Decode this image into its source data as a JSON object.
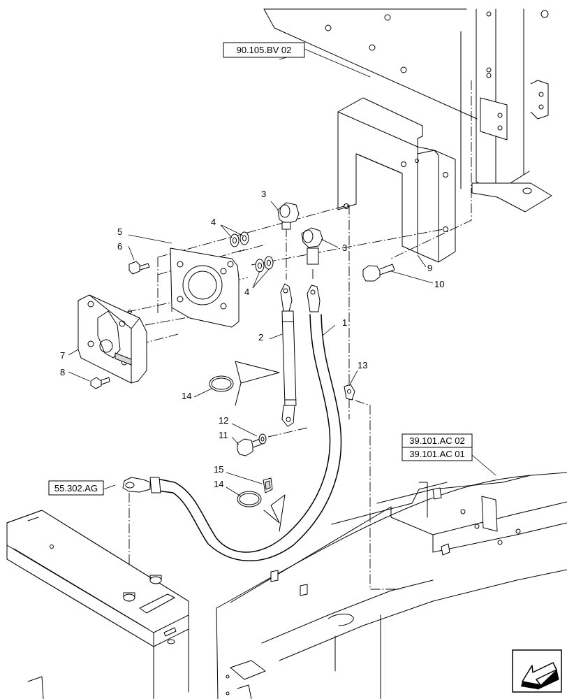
{
  "references": {
    "top": "90.105.BV 02",
    "right_a": "39.101.AC 02",
    "right_b": "39.101.AC 01",
    "left": "55.302.AG"
  },
  "callouts": {
    "c1": "1",
    "c2": "2",
    "c3a": "3",
    "c3b": "3",
    "c4a": "4",
    "c4b": "4",
    "c5": "5",
    "c6": "6",
    "c7": "7",
    "c8": "8",
    "c9": "9",
    "c10": "10",
    "c11": "11",
    "c12": "12",
    "c13": "13",
    "c14a": "14",
    "c14b": "14",
    "c15": "15"
  },
  "icons": {
    "nav": "arrow-down-left-icon"
  }
}
